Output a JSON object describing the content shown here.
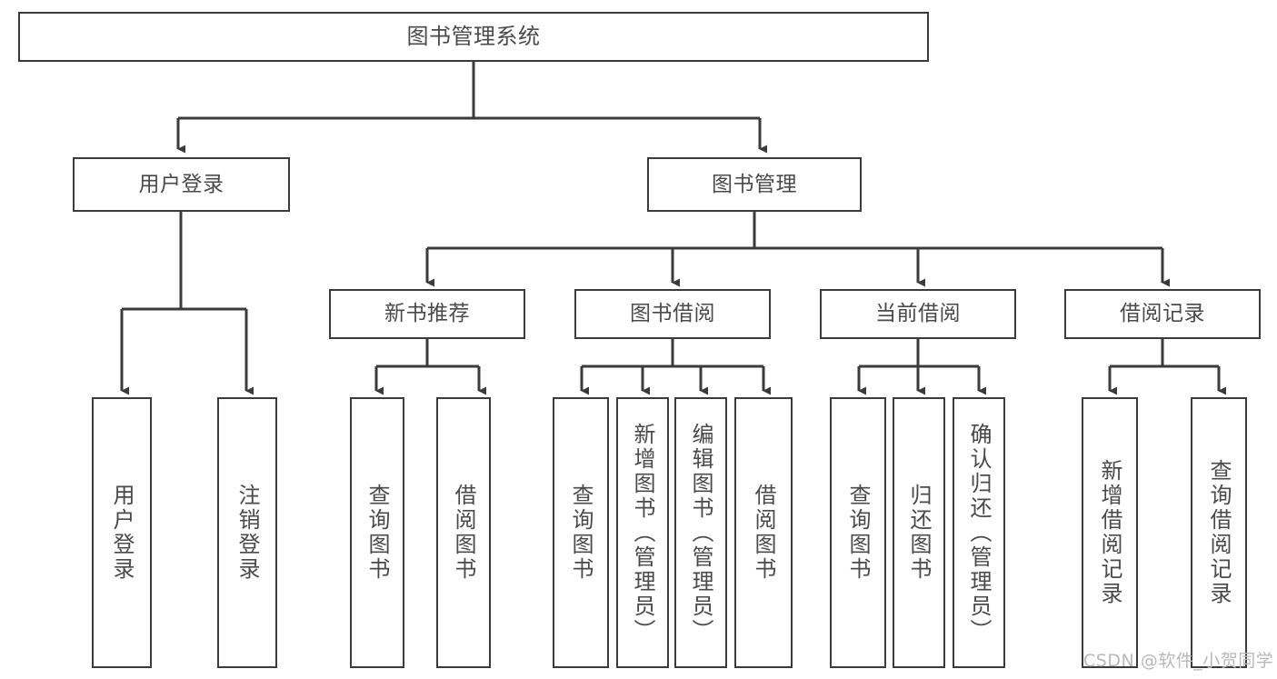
{
  "diagram": {
    "title": "图书管理系统",
    "type": "tree",
    "watermark": "CSDN @软件_小贺同学",
    "colors": {
      "box_border": "#3b3b3b",
      "box_fill": "#ffffff",
      "text": "#4a4a4a",
      "connector": "#3b3b3b",
      "watermark": "#b9b9b9",
      "background": "#ffffff"
    },
    "nodes": {
      "root": {
        "label": "图书管理系统"
      },
      "level1": [
        {
          "id": "user-login",
          "label": "用户登录"
        },
        {
          "id": "book-manage",
          "label": "图书管理"
        }
      ],
      "level2": [
        {
          "id": "new-book-recommend",
          "label": "新书推荐",
          "parent": "book-manage"
        },
        {
          "id": "book-borrow",
          "label": "图书借阅",
          "parent": "book-manage"
        },
        {
          "id": "current-borrow",
          "label": "当前借阅",
          "parent": "book-manage"
        },
        {
          "id": "borrow-record",
          "label": "借阅记录",
          "parent": "book-manage"
        }
      ],
      "leaves": [
        {
          "id": "leaf-user-login",
          "label": "用户登录",
          "parent": "user-login"
        },
        {
          "id": "leaf-user-logout",
          "label": "注销登录",
          "parent": "user-login"
        },
        {
          "id": "leaf-query-book-1",
          "label": "查询图书",
          "parent": "new-book-recommend"
        },
        {
          "id": "leaf-borrow-book-1",
          "label": "借阅图书",
          "parent": "new-book-recommend"
        },
        {
          "id": "leaf-query-book-2",
          "label": "查询图书",
          "parent": "book-borrow"
        },
        {
          "id": "leaf-add-book",
          "label": "新增图书（管理员）",
          "parent": "book-borrow"
        },
        {
          "id": "leaf-edit-book",
          "label": "编辑图书（管理员）",
          "parent": "book-borrow"
        },
        {
          "id": "leaf-borrow-book-2",
          "label": "借阅图书",
          "parent": "book-borrow"
        },
        {
          "id": "leaf-query-book-3",
          "label": "查询图书",
          "parent": "current-borrow"
        },
        {
          "id": "leaf-return-book",
          "label": "归还图书",
          "parent": "current-borrow"
        },
        {
          "id": "leaf-confirm-return",
          "label": "确认归还（管理员）",
          "parent": "current-borrow"
        },
        {
          "id": "leaf-add-record",
          "label": "新增借阅记录",
          "parent": "borrow-record"
        },
        {
          "id": "leaf-query-record",
          "label": "查询借阅记录",
          "parent": "borrow-record"
        }
      ]
    }
  }
}
